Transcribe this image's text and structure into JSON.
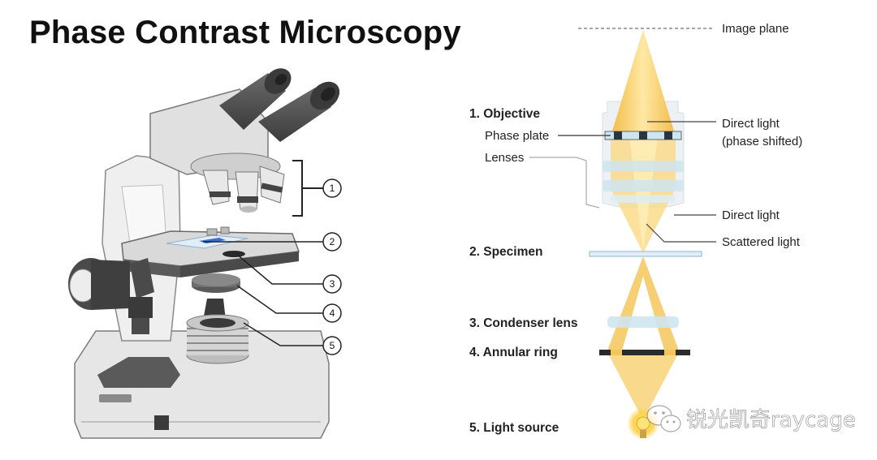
{
  "title": "Phase Contrast Microscopy",
  "microscope": {
    "callouts": [
      "1",
      "2",
      "3",
      "4",
      "5"
    ]
  },
  "optics": {
    "labels": {
      "image_plane": "Image plane",
      "objective": "1. Objective",
      "phase_plate": "Phase plate",
      "lenses": "Lenses",
      "direct_light_shifted_1": "Direct light",
      "direct_light_shifted_2": "(phase shifted)",
      "direct_light": "Direct light",
      "scattered_light": "Scattered light",
      "specimen": "2. Specimen",
      "condenser_lens": "3. Condenser lens",
      "annular_ring": "4. Annular ring",
      "light_source": "5. Light source"
    }
  },
  "watermark": {
    "text": "锐光凯奇raycage",
    "icon": "wechat-icon"
  },
  "colors": {
    "light_cone": "#f5c55a",
    "light_core": "#ffe9a8",
    "lens_blue": "#cfe6ef",
    "metal_dark": "#4a4a4a",
    "metal_mid": "#8c8c8c",
    "body_light": "#e9e9e9"
  }
}
